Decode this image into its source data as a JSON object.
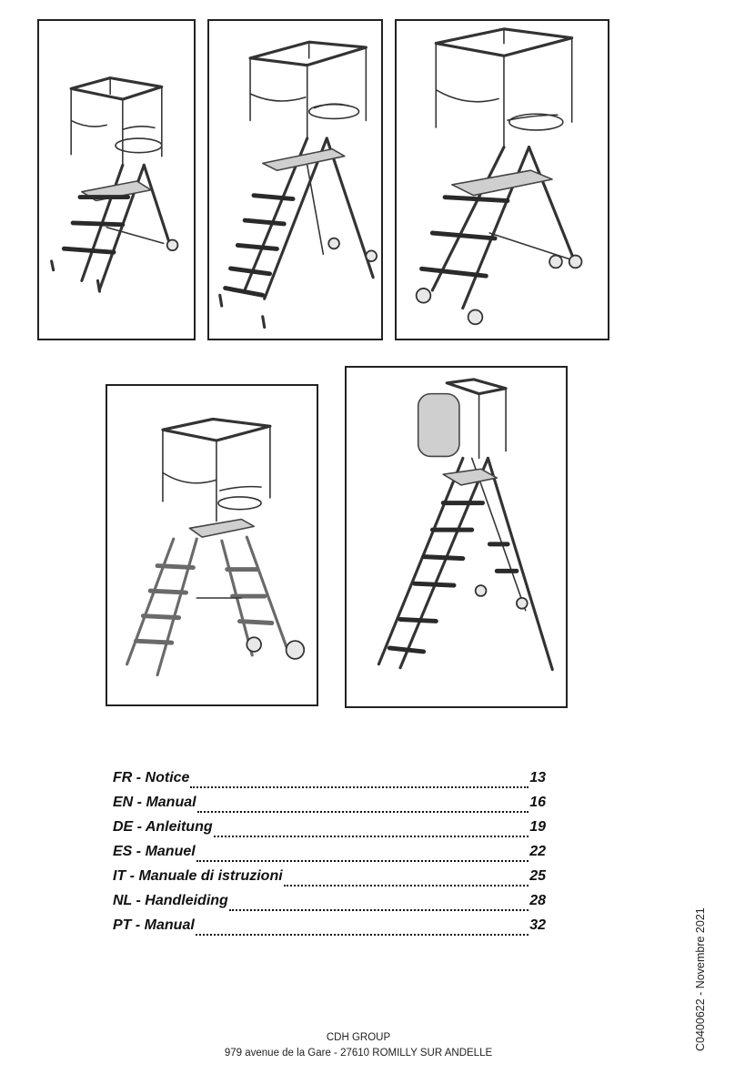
{
  "figures": [
    {
      "id": "platform-ladder-3-steps"
    },
    {
      "id": "platform-ladder-6-steps"
    },
    {
      "id": "platform-ladder-wide-3-steps"
    },
    {
      "id": "platform-ladder-double-access"
    },
    {
      "id": "platform-ladder-telescopic"
    }
  ],
  "toc": [
    {
      "label": "FR - Notice",
      "page": "13"
    },
    {
      "label": "EN - Manual",
      "page": "16"
    },
    {
      "label": "DE - Anleitung",
      "page": "19"
    },
    {
      "label": "ES - Manuel",
      "page": "22"
    },
    {
      "label": "IT - Manuale di istruzioni",
      "page": "25"
    },
    {
      "label": "NL - Handleiding",
      "page": "28"
    },
    {
      "label": "PT - Manual",
      "page": "32"
    }
  ],
  "document_code": "C0400622 - Novembre 2021",
  "footer": {
    "company": "CDH GROUP",
    "address": "979 avenue de la Gare - 27610 ROMILLY SUR ANDELLE"
  }
}
